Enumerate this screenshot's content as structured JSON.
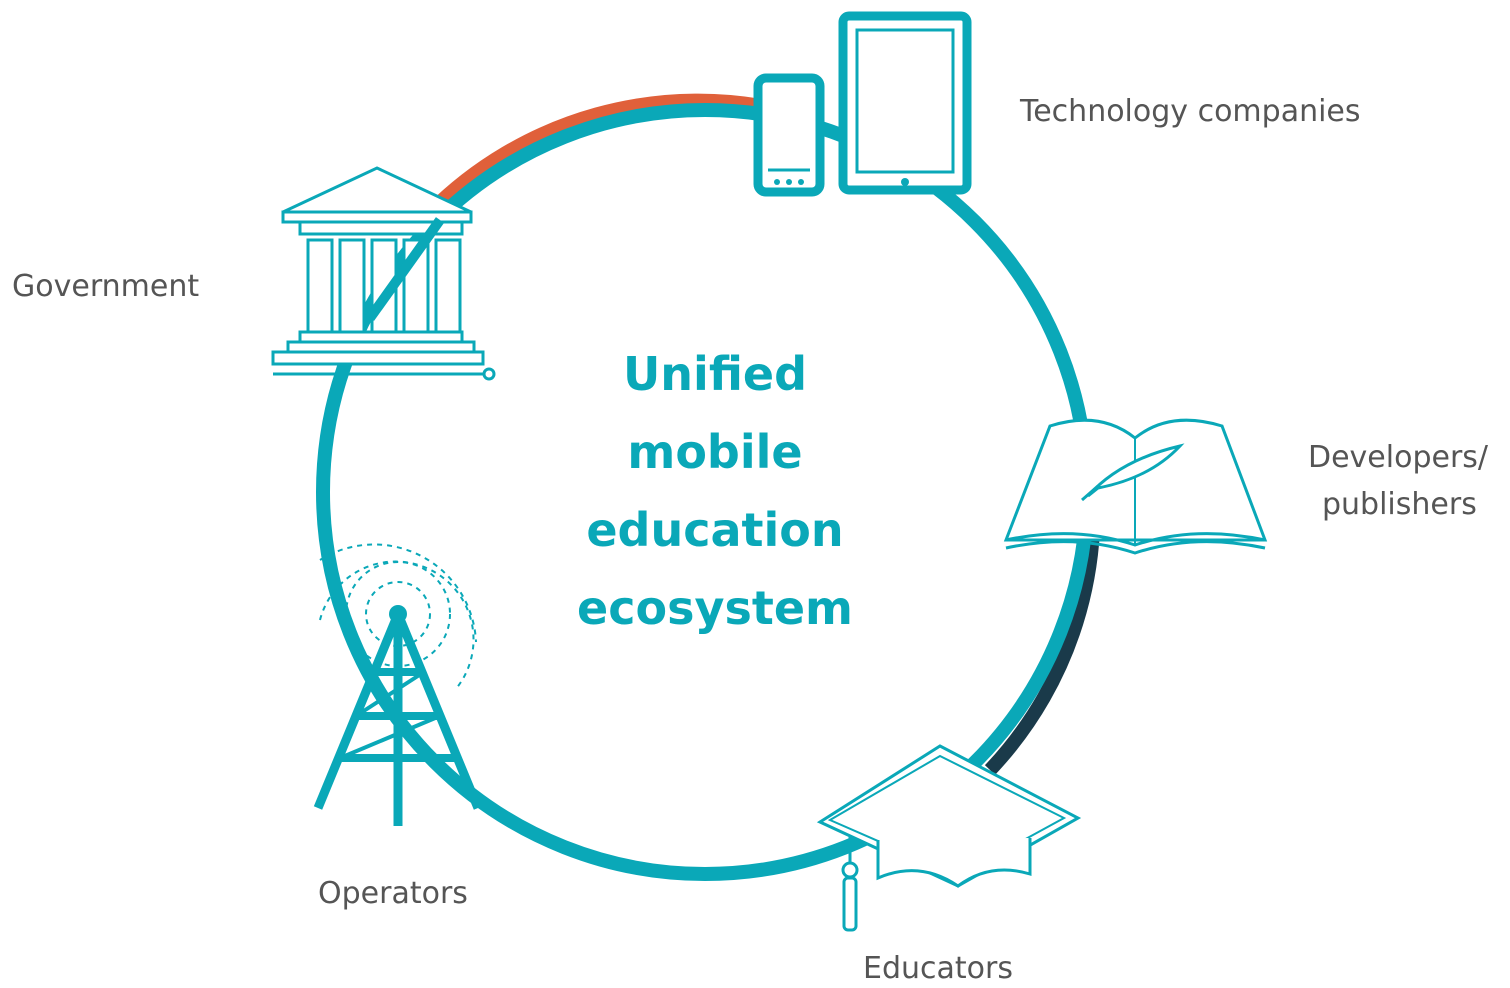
{
  "center": {
    "lines": [
      "Unified",
      "mobile",
      "education",
      "ecosystem"
    ]
  },
  "nodes": {
    "technology": {
      "label": "Technology companies",
      "icon": "phone-tablet-icon"
    },
    "developers": {
      "line1": "Developers/",
      "line2": "publishers",
      "icon": "open-book-quill-icon"
    },
    "educators": {
      "label": "Educators",
      "icon": "graduation-cap-icon"
    },
    "operators": {
      "label": "Operators",
      "icon": "radio-tower-icon"
    },
    "government": {
      "label": "Government",
      "icon": "government-building-icon"
    }
  },
  "colors": {
    "accent": "#0aa8b8",
    "ring": "#0aa8b8",
    "ring_shadow_warm": "#e0603a",
    "ring_shadow_dark": "#1a3a4a",
    "label_text": "#555555"
  }
}
